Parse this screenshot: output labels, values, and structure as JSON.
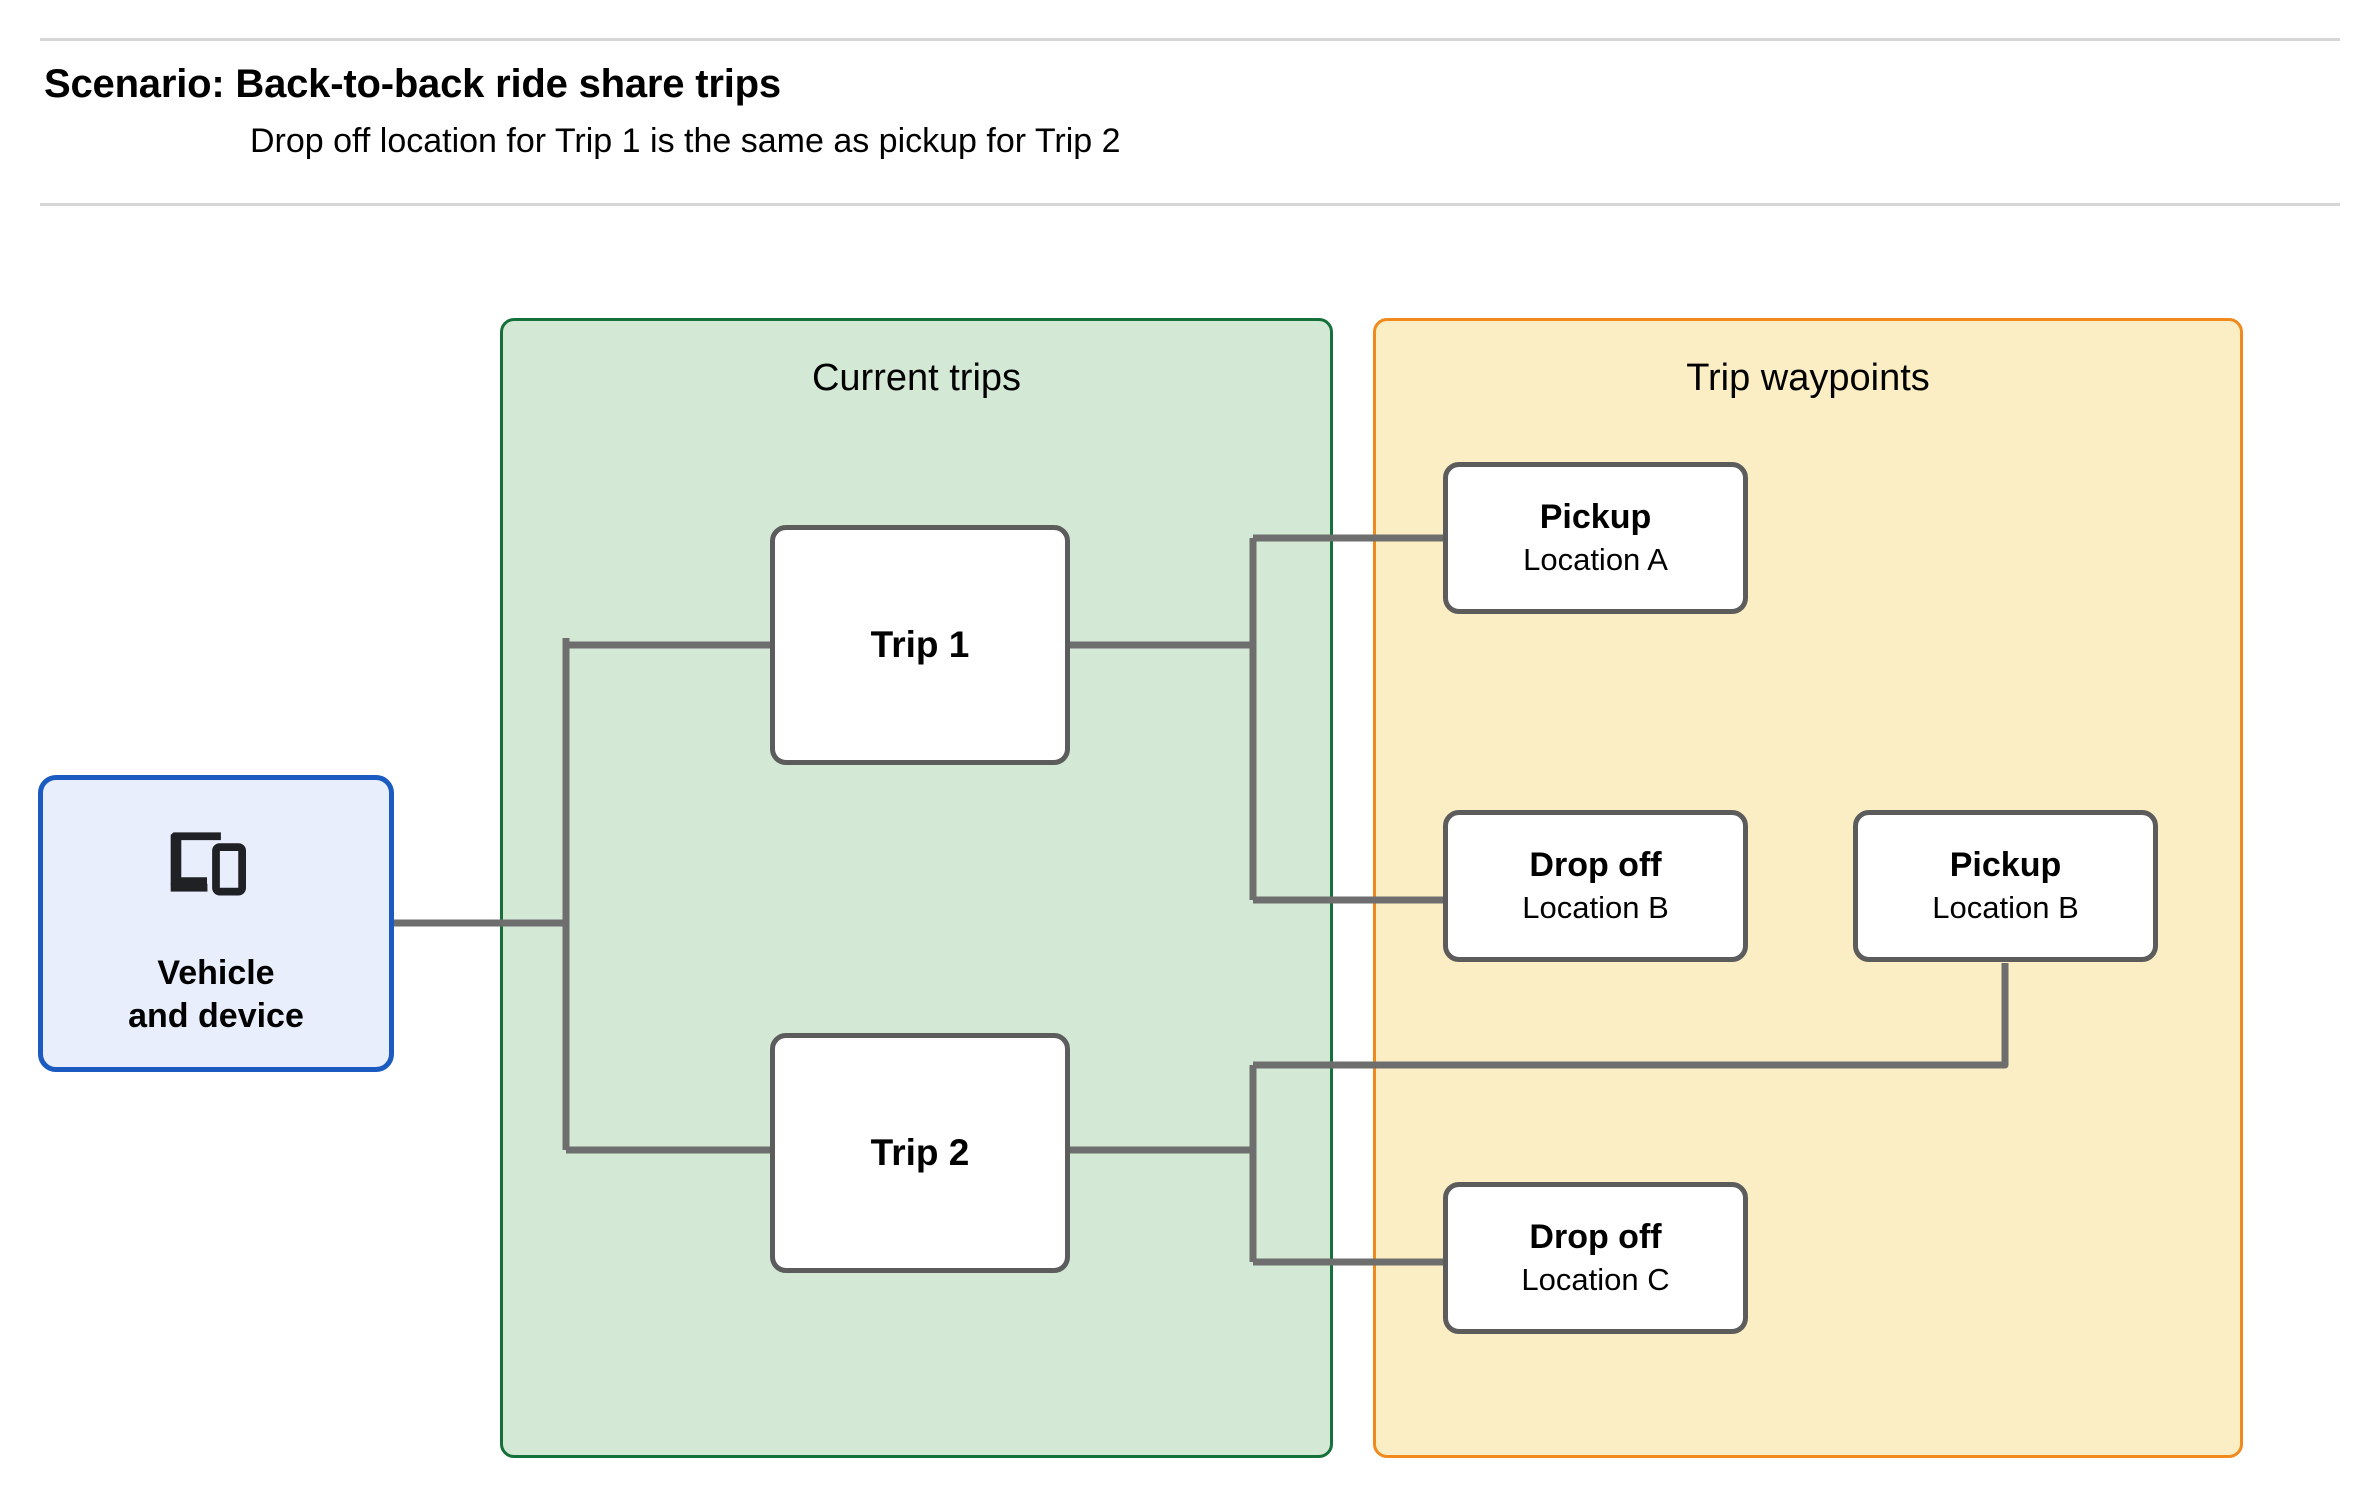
{
  "header": {
    "title": "Scenario: Back-to-back ride share trips",
    "subtitle": "Drop off  location for Trip 1 is the same as pickup for Trip 2"
  },
  "groups": {
    "current_trips": {
      "title": "Current trips",
      "border_color": "#16703a",
      "fill_color": "#d3e8d5"
    },
    "trip_waypoints": {
      "title": "Trip waypoints",
      "border_color": "#f08a1c",
      "fill_color": "#fceec4"
    }
  },
  "source": {
    "label": "Vehicle\nand device",
    "icon": "devices-icon",
    "border_color": "#1b5ac0",
    "fill_color": "#e8eefc"
  },
  "trips": [
    {
      "label": "Trip 1"
    },
    {
      "label": "Trip 2"
    }
  ],
  "waypoints": [
    {
      "id": "pickup-a",
      "type": "Pickup",
      "location": "Location A"
    },
    {
      "id": "dropoff-b",
      "type": "Drop off",
      "location": "Location B"
    },
    {
      "id": "pickup-b",
      "type": "Pickup",
      "location": "Location B"
    },
    {
      "id": "dropoff-c",
      "type": "Drop off",
      "location": "Location C"
    }
  ],
  "connectors": {
    "line_color": "#6e6e6e",
    "edges": [
      "vehicle -> trip-1",
      "vehicle -> trip-2",
      "trip-1 -> pickup-a",
      "trip-1 -> dropoff-b",
      "trip-2 -> pickup-b",
      "trip-2 -> dropoff-c"
    ]
  }
}
